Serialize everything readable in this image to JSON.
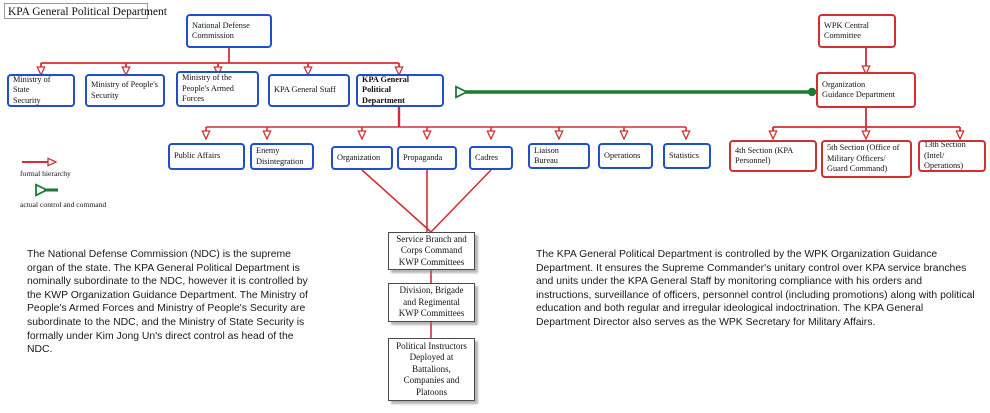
{
  "title": "KPA General Political Department",
  "colors": {
    "formal_hierarchy": "#D03030",
    "actual_control": "#1A7A36",
    "state_org": "#2050C8",
    "party_org": "#D03030",
    "party_committee": "#4A4A4A"
  },
  "legend": {
    "formal": "formal hierarchy",
    "actual": "actual control and command"
  },
  "nodes": {
    "ndc": "National Defense\nCommission",
    "wpk_cc": "WPK Central\nCommittee",
    "ogd": "Organization\nGuidance Department",
    "ministries": [
      "Ministry of State\nSecurity",
      "Ministry of People's\nSecurity",
      "Ministry of the\nPeople's Armed\nForces",
      "KPA General Staff",
      "KPA General Political\nDepartment"
    ],
    "gpd_bureaus": [
      "Public Affairs",
      "Enemy\nDisintegration",
      "Organization",
      "Propaganda",
      "Cadres",
      "Liaison Bureau",
      "Operations",
      "Statistics"
    ],
    "ogd_sections": [
      "4th Section (KPA\nPersonnel)",
      "5th Section (Office of\nMilitary Officers/\nGuard Command)",
      "13th Section (Intel/\nOperations)"
    ],
    "party_committees": [
      "Service Branch and\nCorps Command\nKWP Committees",
      "Division, Brigade\nand Regimental\nKWP Committees",
      "Political Instructors\nDeployed at\nBattalions,\nCompanies and\nPlatoons"
    ]
  },
  "notes": {
    "left": "The National Defense Commission (NDC) is the supreme organ of the state.  The KPA General Political Department is nominally subordinate to the NDC, however it is controlled by the KWP Organization Guidance Department.  The Ministry of People's Armed Forces and Ministry of People's Security are subordinate to the NDC, and the Ministry of State Security is formally under Kim Jong Un's direct control as head of the NDC.",
    "right": "The KPA General Political Department is controlled by the WPK Organization Guidance Department.  It ensures the Supreme Commander's unitary control over KPA service branches and units under the KPA General Staff by monitoring compliance with his orders and instructions, surveillance of officers, personnel control (including promotions) along with political education and both regular and irregular ideological indoctrination.  The KPA General Department Director also serves as the WPK Secretary for Military Affairs."
  }
}
